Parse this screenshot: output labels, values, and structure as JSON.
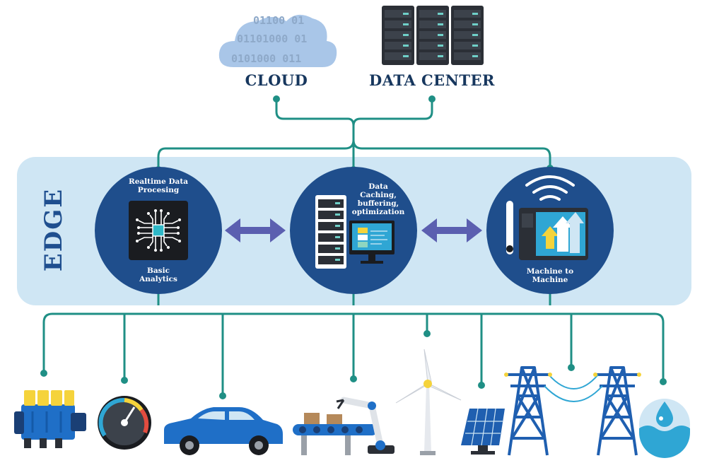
{
  "labels": {
    "cloud": "CLOUD",
    "data_center": "DATA CENTER",
    "edge": "EDGE",
    "realtime": "Realtime Data Procesing",
    "basic_analytics": "Basic Analytics",
    "caching": "Data Caching, buffering, optimization",
    "m2m": "Machine to Machine"
  },
  "cloud_bits": [
    "01100 01",
    "01101000 01",
    "0101000 011"
  ],
  "colors": {
    "edge_band": "#cfe6f4",
    "circle": "#1f4e8c",
    "connector": "#1f8f85",
    "arrow": "#5b5fb0",
    "server": "#2b2f36",
    "label": "#17375e"
  },
  "icons": [
    "cloud-icon",
    "server-rack-icon",
    "chip-icon",
    "server-monitor-icon",
    "tablet-chart-icon",
    "engine-icon",
    "gauge-icon",
    "car-icon",
    "conveyor-robot-icon",
    "wind-turbine-icon",
    "solar-panel-icon",
    "power-tower-icon",
    "water-drop-icon"
  ]
}
